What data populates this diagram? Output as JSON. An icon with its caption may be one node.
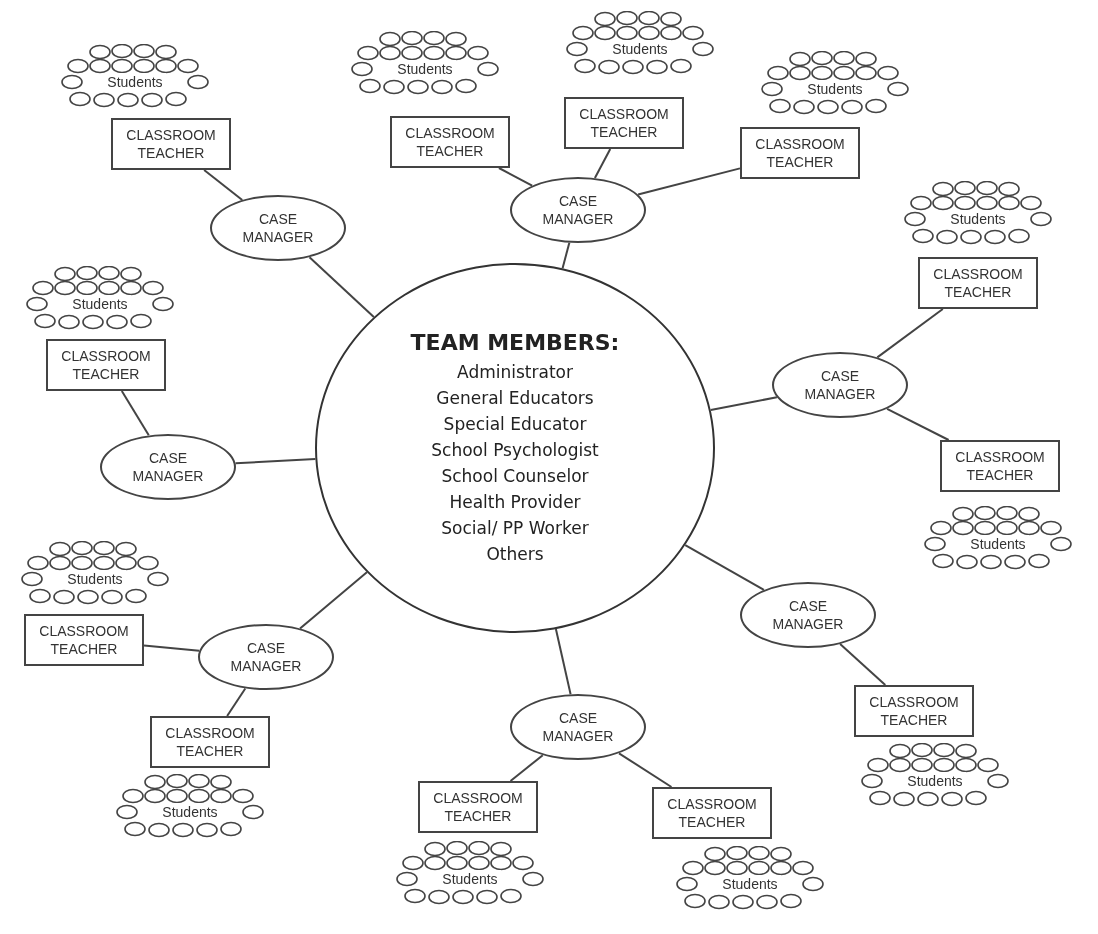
{
  "diagram": {
    "nodes": [
      {
        "text": [
          "TEAM MEMBERS:",
          "Administrator",
          "General Educators",
          "Special Educator",
          "School Psychologist",
          "School Counselor",
          "Health Provider",
          "Social/ PP Worker",
          "Others"
        ]
      },
      {
        "text": [
          "CASE MANAGER"
        ]
      },
      {
        "text": [
          "CASE MANAGER"
        ]
      },
      {
        "text": [
          "CASE MANAGER"
        ]
      },
      {
        "text": [
          "CASE MANAGER"
        ]
      },
      {
        "text": [
          "CASE MANAGER"
        ]
      },
      {
        "text": [
          "CASE MANAGER"
        ]
      },
      {
        "text": [
          "CASE MANAGER"
        ]
      },
      {
        "text": [
          "CLASSROOM TEACHER"
        ]
      },
      {
        "text": [
          "CLASSROOM TEACHER"
        ]
      },
      {
        "text": [
          "CLASSROOM TEACHER"
        ]
      },
      {
        "text": [
          "CLASSROOM TEACHER"
        ]
      },
      {
        "text": [
          "CLASSROOM TEACHER"
        ]
      },
      {
        "text": [
          "CLASSROOM TEACHER"
        ]
      },
      {
        "text": [
          "CLASSROOM TEACHER"
        ]
      },
      {
        "text": [
          "CLASSROOM TEACHER"
        ]
      },
      {
        "text": [
          "CLASSROOM TEACHER"
        ]
      },
      {
        "text": [
          "CLASSROOM TEACHER"
        ]
      },
      {
        "text": [
          "CLASSROOM TEACHER"
        ]
      },
      {
        "text": [
          "CLASSROOM TEACHER"
        ]
      },
      {
        "text": [
          "Students"
        ]
      },
      {
        "text": [
          "Students"
        ]
      },
      {
        "text": [
          "Students"
        ]
      },
      {
        "text": [
          "Students"
        ]
      },
      {
        "text": [
          "Students"
        ]
      },
      {
        "text": [
          "Students"
        ]
      },
      {
        "text": [
          "Students"
        ]
      },
      {
        "text": [
          "Students"
        ]
      },
      {
        "text": [
          "Students"
        ]
      },
      {
        "text": [
          "Students"
        ]
      },
      {
        "text": [
          "Students"
        ]
      },
      {
        "text": [
          "Students"
        ]
      }
    ],
    "edges": [
      {
        "from": 0,
        "to": 1,
        "arrow": "none"
      },
      {
        "from": 0,
        "to": 2,
        "arrow": "none"
      },
      {
        "from": 0,
        "to": 3,
        "arrow": "none"
      },
      {
        "from": 0,
        "to": 4,
        "arrow": "none"
      },
      {
        "from": 0,
        "to": 5,
        "arrow": "none"
      },
      {
        "from": 0,
        "to": 6,
        "arrow": "none"
      },
      {
        "from": 0,
        "to": 7,
        "arrow": "none"
      },
      {
        "from": 1,
        "to": 8,
        "arrow": "none"
      },
      {
        "from": 2,
        "to": 9,
        "arrow": "none"
      },
      {
        "from": 2,
        "to": 10,
        "arrow": "none"
      },
      {
        "from": 2,
        "to": 11,
        "arrow": "none"
      },
      {
        "from": 3,
        "to": 12,
        "arrow": "none"
      },
      {
        "from": 3,
        "to": 13,
        "arrow": "none"
      },
      {
        "from": 4,
        "to": 14,
        "arrow": "none"
      },
      {
        "from": 5,
        "to": 15,
        "arrow": "none"
      },
      {
        "from": 5,
        "to": 16,
        "arrow": "none"
      },
      {
        "from": 6,
        "to": 17,
        "arrow": "none"
      },
      {
        "from": 6,
        "to": 18,
        "arrow": "none"
      },
      {
        "from": 7,
        "to": 19,
        "arrow": "none"
      }
    ]
  }
}
